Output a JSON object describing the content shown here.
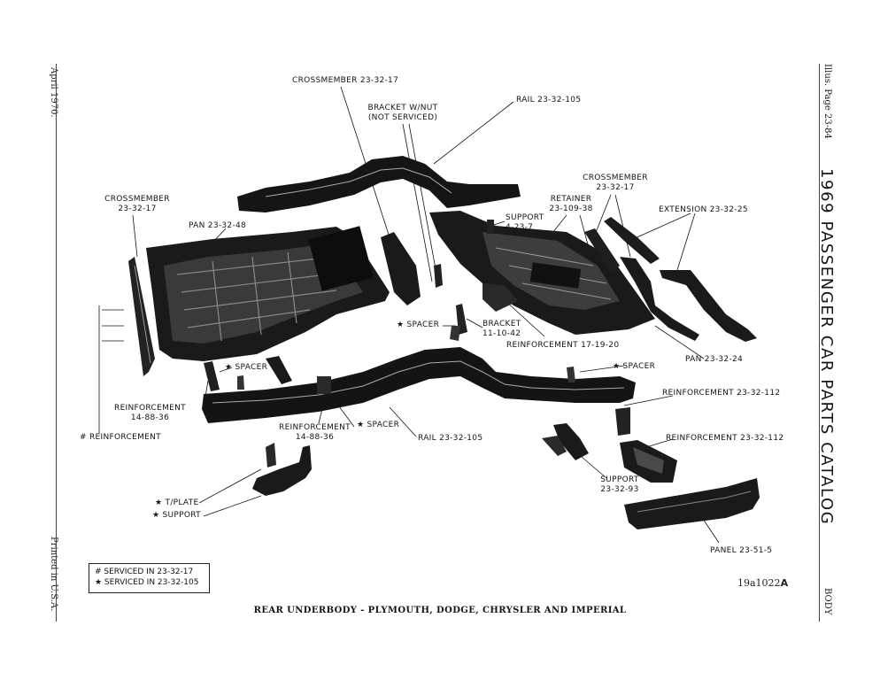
{
  "margin_left": {
    "date": "April 1970.",
    "printed": "Printed in U.S.A."
  },
  "margin_right": {
    "illus_page": "Illus. Page 23-84",
    "catalog_title": "1969 PASSENGER CAR PARTS CATALOG",
    "section": "BODY"
  },
  "callouts": {
    "crossmember_top": "CROSSMEMBER 23-32-17",
    "bracket_wnut": "BRACKET W/NUT",
    "not_serviced": "(NOT SERVICED)",
    "rail_top": "RAIL 23-32-105",
    "crossmember_left_1": "CROSSMEMBER",
    "crossmember_left_2": "23-32-17",
    "pan_left": "PAN 23-32-48",
    "support_1": "SUPPORT",
    "support_2": "4-23-7",
    "retainer_1": "RETAINER",
    "retainer_2": "23-109-38",
    "crossmember_right_1": "CROSSMEMBER",
    "crossmember_right_2": "23-32-17",
    "extension": "EXTENSION 23-32-25",
    "spacer_mid": "★ SPACER",
    "bracket_1": "BRACKET",
    "bracket_2": "11-10-42",
    "reinf_17": "REINFORCEMENT 17-19-20",
    "spacer_left": "★ SPACER",
    "spacer_right": "★ SPACER",
    "pan_right": "PAN 23-32-24",
    "reinf_112_a": "REINFORCEMENT 23-32-112",
    "reinf_14_a1": "REINFORCEMENT",
    "reinf_14_a2": "14-88-36",
    "reinf_hash": "# REINFORCEMENT",
    "reinf_14_b1": "REINFORCEMENT",
    "reinf_14_b2": "14-88-36",
    "spacer_bottom": "★ SPACER",
    "rail_bottom": "RAIL 23-32-105",
    "reinf_112_b": "REINFORCEMENT 23-32-112",
    "support_93_1": "SUPPORT",
    "support_93_2": "23-32-93",
    "tplate": "★ T/PLATE",
    "support_star": "★ SUPPORT",
    "panel": "PANEL 23-51-5"
  },
  "legend": {
    "line1": "# SERVICED IN 23-32-17",
    "line2": "★ SERVICED IN 23-32-105"
  },
  "illustration_number": "19a1022",
  "illustration_suffix": "A",
  "caption": "REAR UNDERBODY - PLYMOUTH, DODGE, CHRYSLER AND IMPERIAL"
}
